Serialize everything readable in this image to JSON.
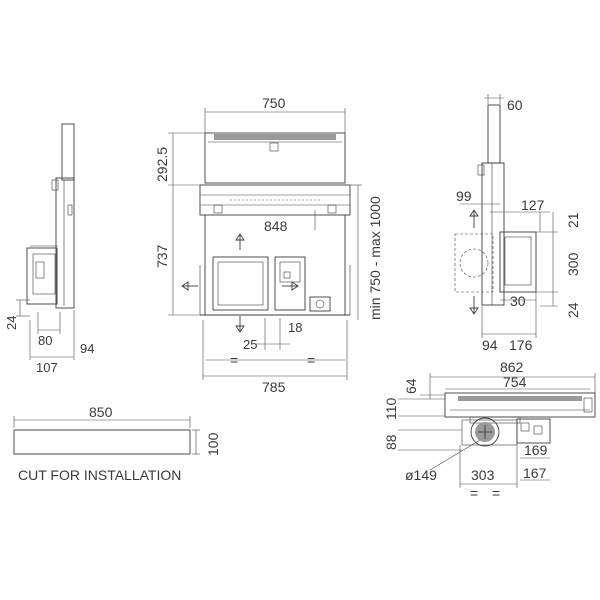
{
  "dimensions": {
    "front_width": "750",
    "front_top": "292.5",
    "front_height": "737",
    "front_inner": "848",
    "front_range": "min 750 - max 1000",
    "front_bottom_a": "25",
    "front_bottom_b": "18",
    "front_total": "785",
    "left_24": "24",
    "left_80": "80",
    "left_94": "94",
    "left_107": "107",
    "right_60": "60",
    "right_99": "99",
    "right_127": "127",
    "right_21": "21",
    "right_300": "300",
    "right_30": "30",
    "right_24": "24",
    "right_94": "94",
    "right_176": "176",
    "top_862": "862",
    "top_754": "754",
    "top_64": "64",
    "top_110": "110",
    "top_88": "88",
    "top_169": "169",
    "top_149": "ø149",
    "top_303": "303",
    "top_167": "167",
    "cut_850": "850",
    "cut_100": "100"
  },
  "marks": {
    "equal": "="
  },
  "cut_label": "CUT FOR INSTALLATION"
}
